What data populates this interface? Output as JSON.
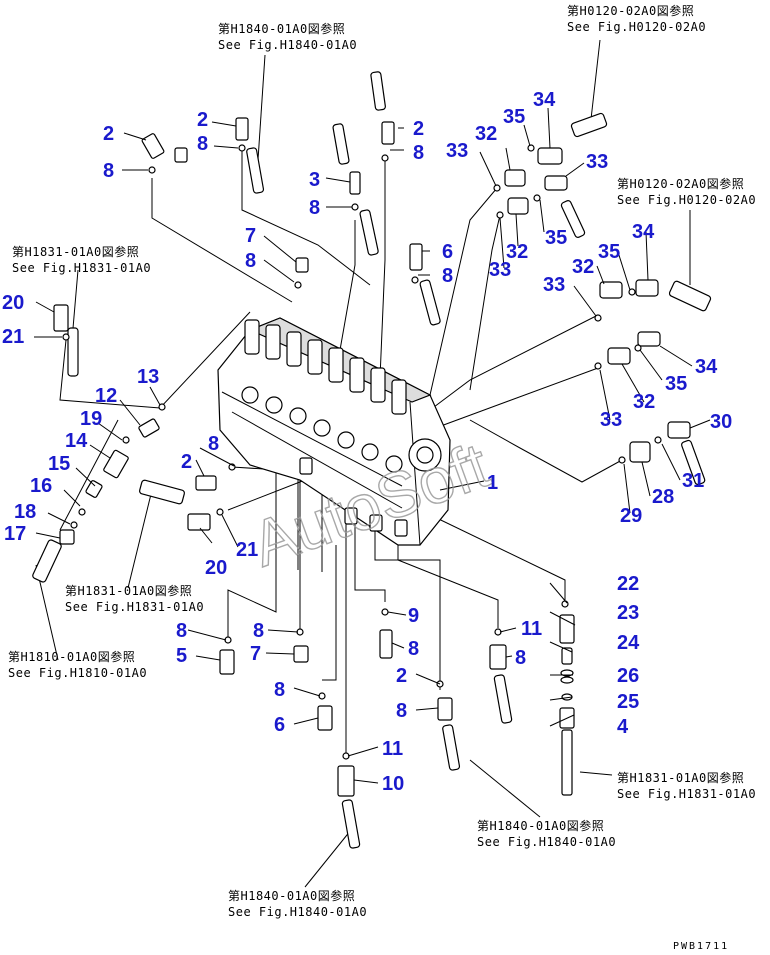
{
  "references": [
    {
      "jp": "第H1840-01A0図参照",
      "en": "See Fig.H1840-01A0"
    },
    {
      "jp": "第H0120-02A0図参照",
      "en": "See Fig.H0120-02A0"
    },
    {
      "jp": "第H0120-02A0図参照",
      "en": "See Fig.H0120-02A0"
    },
    {
      "jp": "第H1831-01A0図参照",
      "en": "See Fig.H1831-01A0"
    },
    {
      "jp": "第H1831-01A0図参照",
      "en": "See Fig.H1831-01A0"
    },
    {
      "jp": "第H1810-01A0図参照",
      "en": "See Fig.H1810-01A0"
    },
    {
      "jp": "第H1831-01A0図参照",
      "en": "See Fig.H1831-01A0"
    },
    {
      "jp": "第H1840-01A0図参照",
      "en": "See Fig.H1840-01A0"
    },
    {
      "jp": "第H1840-01A0図参照",
      "en": "See Fig.H1840-01A0"
    }
  ],
  "part_numbers": [
    "2",
    "8",
    "2",
    "8",
    "2",
    "8",
    "3",
    "8",
    "7",
    "8",
    "6",
    "8",
    "20",
    "21",
    "13",
    "12",
    "19",
    "14",
    "15",
    "16",
    "18",
    "17",
    "33",
    "32",
    "35",
    "34",
    "33",
    "32",
    "35",
    "33",
    "33",
    "32",
    "35",
    "34",
    "34",
    "35",
    "32",
    "33",
    "30",
    "31",
    "28",
    "29",
    "1",
    "8",
    "2",
    "20",
    "21",
    "8",
    "11",
    "22",
    "23",
    "24",
    "26",
    "25",
    "4",
    "8",
    "9",
    "8",
    "2",
    "8",
    "5",
    "8",
    "7",
    "8",
    "6",
    "11",
    "10"
  ],
  "watermark": "AutoSoft",
  "drawing_code": "PWB1711"
}
